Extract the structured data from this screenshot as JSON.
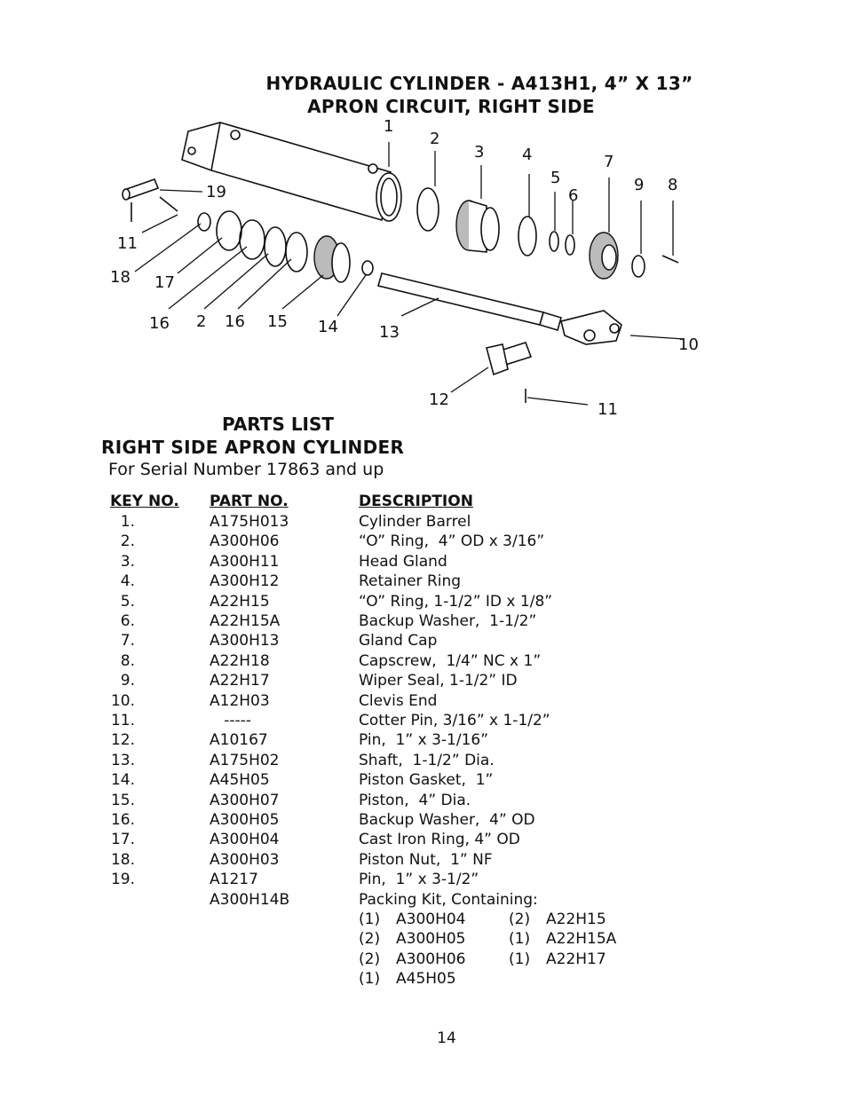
{
  "titles": {
    "line1": "HYDRAULIC CYLINDER - A413H1,  4” X 13”",
    "line2": "APRON CIRCUIT,  RIGHT SIDE"
  },
  "diagram": {
    "callouts": [
      "1",
      "2",
      "3",
      "4",
      "5",
      "6",
      "7",
      "9",
      "8",
      "19",
      "11",
      "18",
      "17",
      "16",
      "2",
      "16",
      "15",
      "14",
      "13",
      "10",
      "12",
      "11"
    ]
  },
  "parts_list": {
    "title": "PARTS LIST",
    "subtitle": "RIGHT SIDE APRON CYLINDER",
    "serial_note": "For Serial Number 17863 and up",
    "headers": {
      "key": "KEY NO.",
      "part": "PART NO.",
      "description": "DESCRIPTION"
    },
    "rows": [
      {
        "key": "1.",
        "part": "A175H013",
        "description": "Cylinder Barrel"
      },
      {
        "key": "2.",
        "part": "A300H06",
        "description": "“O” Ring,  4” OD x 3/16”"
      },
      {
        "key": "3.",
        "part": "A300H11",
        "description": "Head Gland"
      },
      {
        "key": "4.",
        "part": "A300H12",
        "description": "Retainer Ring"
      },
      {
        "key": "5.",
        "part": "A22H15",
        "description": "“O” Ring, 1-1/2” ID x 1/8”"
      },
      {
        "key": "6.",
        "part": "A22H15A",
        "description": "Backup Washer,  1-1/2”"
      },
      {
        "key": "7.",
        "part": "A300H13",
        "description": "Gland Cap"
      },
      {
        "key": "8.",
        "part": "A22H18",
        "description": "Capscrew,  1/4” NC x 1”"
      },
      {
        "key": "9.",
        "part": "A22H17",
        "description": "Wiper Seal, 1-1/2” ID"
      },
      {
        "key": "10.",
        "part": "A12H03",
        "description": "Clevis End"
      },
      {
        "key": "11.",
        "part": "   -----",
        "description": "Cotter Pin, 3/16” x 1-1/2”"
      },
      {
        "key": "12.",
        "part": "A10167",
        "description": "Pin,  1” x 3-1/16”"
      },
      {
        "key": "13.",
        "part": "A175H02",
        "description": "Shaft,  1-1/2” Dia."
      },
      {
        "key": "14.",
        "part": "A45H05",
        "description": "Piston Gasket,  1”"
      },
      {
        "key": "15.",
        "part": "A300H07",
        "description": "Piston,  4” Dia."
      },
      {
        "key": "16.",
        "part": "A300H05",
        "description": "Backup Washer,  4” OD"
      },
      {
        "key": "17.",
        "part": "A300H04",
        "description": "Cast Iron Ring, 4” OD"
      },
      {
        "key": "18.",
        "part": "A300H03",
        "description": "Piston Nut,  1” NF"
      },
      {
        "key": "19.",
        "part": "A1217",
        "description": "Pin,  1” x 3-1/2”"
      },
      {
        "key": "",
        "part": "A300H14B",
        "description": "Packing Kit, Containing:"
      }
    ],
    "kit_contents": [
      {
        "qty": "(1)",
        "part": "A300H04"
      },
      {
        "qty": "(2)",
        "part": "A300H05"
      },
      {
        "qty": "(2)",
        "part": "A300H06"
      },
      {
        "qty": "(1)",
        "part": "A45H05"
      },
      {
        "qty": "(2)",
        "part": "A22H15"
      },
      {
        "qty": "(1)",
        "part": "A22H15A"
      },
      {
        "qty": "(1)",
        "part": "A22H17"
      }
    ]
  },
  "page_number": "14"
}
